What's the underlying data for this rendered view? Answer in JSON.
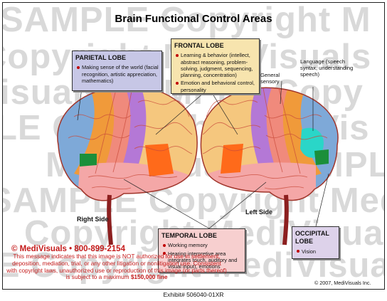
{
  "title": "Brain Functional Control Areas",
  "watermark_lines": [
    "SAMPLE  Copyright M",
    "Copyright  MediVisuals",
    "isuals  SAMPLE  Copy",
    "LE  Copyright  MediVis",
    "MediVisuals  SAMPLE",
    "SAMPLE  Copyright  Medi",
    "Copyright  MediVisuals",
    "LE  Copyright  MediVisuals"
  ],
  "parietal": {
    "heading": "PARIETAL LOBE",
    "items": [
      "Making sense of the world (facial recognition, artistic appreciation, mathematics)"
    ]
  },
  "frontal": {
    "heading": "FRONTAL LOBE",
    "items": [
      "Learning & behavior (intellect, abstract reasoning, problem-solving, judgment, sequencing, planning, concentration)",
      "Emotion and behavioral control, personality"
    ]
  },
  "temporal": {
    "heading": "TEMPORAL LOBE",
    "items": [
      "Working memory",
      "Hearing interpretive area integrates touch, auditory and visual input), emotions"
    ]
  },
  "occipital": {
    "heading": "OCCIPITAL LOBE",
    "items": [
      "Vision"
    ]
  },
  "labels": {
    "general_sensory": "General sensory",
    "language": "Language (speech syntax, understanding speech)",
    "right_side": "Right Side",
    "left_side": "Left Side"
  },
  "brand": "© MediVisuals • 800-899-2154",
  "disclaimer": {
    "text": "This message indicates that this image is NOT authorized for use in settlement, deposition, mediation, trial, or any other litigation or nonlitigation use.  Consistent with copyright laws, unauthorized use or reproduction of this image (or parts thereof) is subject to a maximum",
    "fine": "$150,000 fine"
  },
  "copyright": "© 2007, MediVisuals Inc.",
  "exhibit": "Exhibit# 506040-01XR",
  "colors": {
    "parietal_box": "#c7c7e6",
    "frontal_box": "#f7e4ae",
    "temporal_box": "#f7cfcf",
    "occipital_box": "#ddd2ea",
    "frontal_area": "#f5c77e",
    "motor_strip": "#b478d6",
    "sensory_strip": "#f08a7c",
    "parietal_area": "#f09a3a",
    "occipital_area": "#7ea9d8",
    "temporal_area": "#f4a7a7",
    "language_area": "#2ad6c8",
    "brand_red": "#c41a1a"
  }
}
